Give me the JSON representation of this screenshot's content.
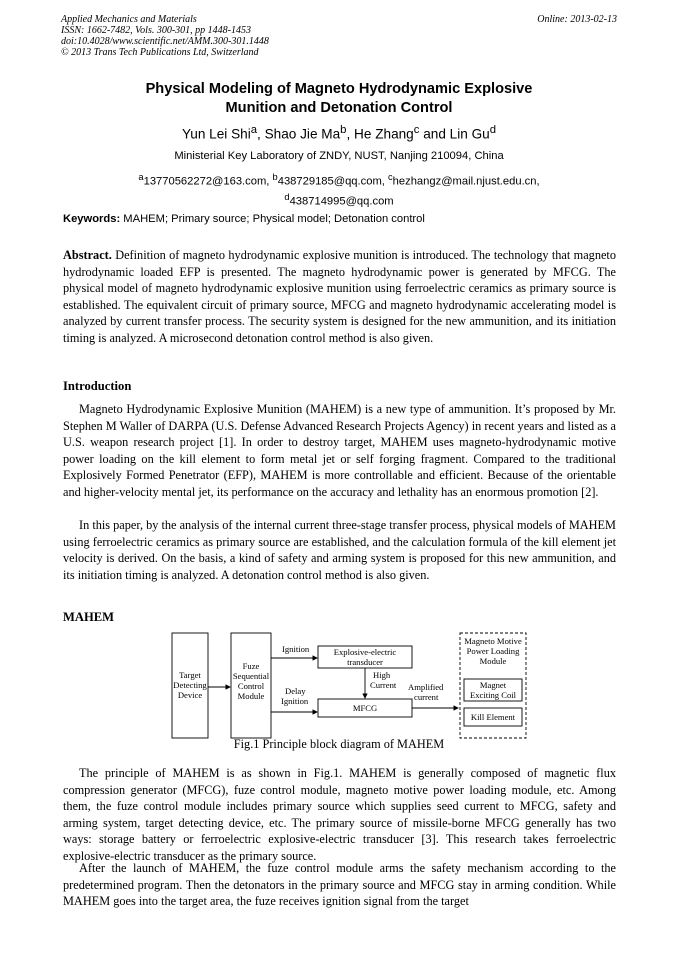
{
  "header": {
    "journal": "Applied Mechanics and Materials",
    "issn": "ISSN: 1662-7482, Vols. 300-301, pp 1448-1453",
    "doi": "doi:10.4028/www.scientific.net/AMM.300-301.1448",
    "copyright": "© 2013 Trans Tech Publications Ltd, Switzerland",
    "online": "Online: 2013-02-13"
  },
  "title_line1": "Physical Modeling of Magneto Hydrodynamic Explosive",
  "title_line2": "Munition and Detonation Control",
  "authors": [
    {
      "name": "Yun Lei Shi",
      "sup": "a"
    },
    {
      "name": "Shao Jie Ma",
      "sup": "b"
    },
    {
      "name": "He Zhang",
      "sup": "c"
    },
    {
      "name": "Lin Gu",
      "sup": "d"
    }
  ],
  "authors_sep1": ", ",
  "authors_sep2": ", ",
  "authors_sep3": " and ",
  "affiliation": "Ministerial Key Laboratory of ZNDY, NUST, Nanjing 210094, China",
  "emails": {
    "a": "13770562272@163.com, ",
    "b": "438729185@qq.com, ",
    "c": "hezhangz@mail.njust.edu.cn,",
    "d": "438714995@qq.com"
  },
  "keywords_label": "Keywords:",
  "keywords_text": " MAHEM; Primary source; Physical model; Detonation control",
  "abstract_label": "Abstract.",
  "abstract_text": " Definition of magneto hydrodynamic explosive munition is introduced. The technology that magneto hydrodynamic loaded EFP is presented. The magneto hydrodynamic power is generated by MFCG. The physical model of magneto hydrodynamic explosive munition using ferroelectric ceramics as primary source is established. The equivalent circuit of primary source, MFCG and magneto hydrodynamic accelerating model is analyzed by current transfer process. The security system is designed for the new ammunition, and its initiation timing is analyzed. A microsecond detonation control method is also given.",
  "intro_heading": "Introduction",
  "intro_p1": "Magneto Hydrodynamic Explosive Munition (MAHEM) is a new type of ammunition. It’s proposed by Mr. Stephen M Waller of DARPA (U.S. Defense Advanced Research Projects Agency) in recent years and listed as a U.S. weapon research project [1]. In order to destroy target, MAHEM uses magneto-hydrodynamic motive power loading on the kill element to form metal jet or self forging fragment. Compared to the traditional Explosively Formed Penetrator (EFP), MAHEM is more controllable and efficient. Because of the orientable and higher-velocity mental jet, its performance on the accuracy and lethality has an enormous promotion [2].",
  "intro_p2": "In this paper, by the analysis of the internal current three-stage transfer process, physical models of MAHEM using ferroelectric ceramics as primary source are established, and the calculation formula of the kill element jet velocity is derived. On the basis, a kind of safety and arming system is proposed for this new ammunition, and its initiation timing is analyzed. A detonation control method is also given.",
  "mahem_heading": "MAHEM",
  "figure": {
    "target_1": "Target",
    "target_2": "Detecting",
    "target_3": "Device",
    "fuze_1": "Fuze",
    "fuze_2": "Sequential",
    "fuze_3": "Control",
    "fuze_4": "Module",
    "ignition": "Ignition",
    "delay_1": "Delay",
    "delay_2": "Ignition",
    "explosive_1": "Explosive-electric",
    "explosive_2": "transducer",
    "high": "High",
    "current": "Current",
    "mfcg": "MFCG",
    "amplified_1": "Amplified",
    "amplified_2": "current",
    "power_1": "Magneto Motive",
    "power_2": "Power Loading",
    "power_3": "Module",
    "magnet_1": "Magnet",
    "magnet_2": "Exciting Coil",
    "kill": "Kill Element"
  },
  "fig_caption": "Fig.1 Principle block diagram of MAHEM",
  "body_p1": "The principle of MAHEM is as shown in Fig.1. MAHEM is generally composed of magnetic flux compression generator (MFCG), fuze control module, magneto motive power loading module, etc. Among them, the fuze control module includes primary source which supplies seed current to MFCG, safety and arming system, target detecting device, etc. The primary source of missile-borne MFCG generally has two ways: storage battery or ferroelectric explosive-electric transducer [3]. This research takes ferroelectric explosive-electric transducer as the primary source.",
  "body_p2": "After the launch of MAHEM, the fuze control module arms the safety mechanism according to the predetermined program. Then the detonators in the primary source and MFCG stay in arming condition. While MAHEM goes into the target area, the fuze receives ignition signal from the target"
}
